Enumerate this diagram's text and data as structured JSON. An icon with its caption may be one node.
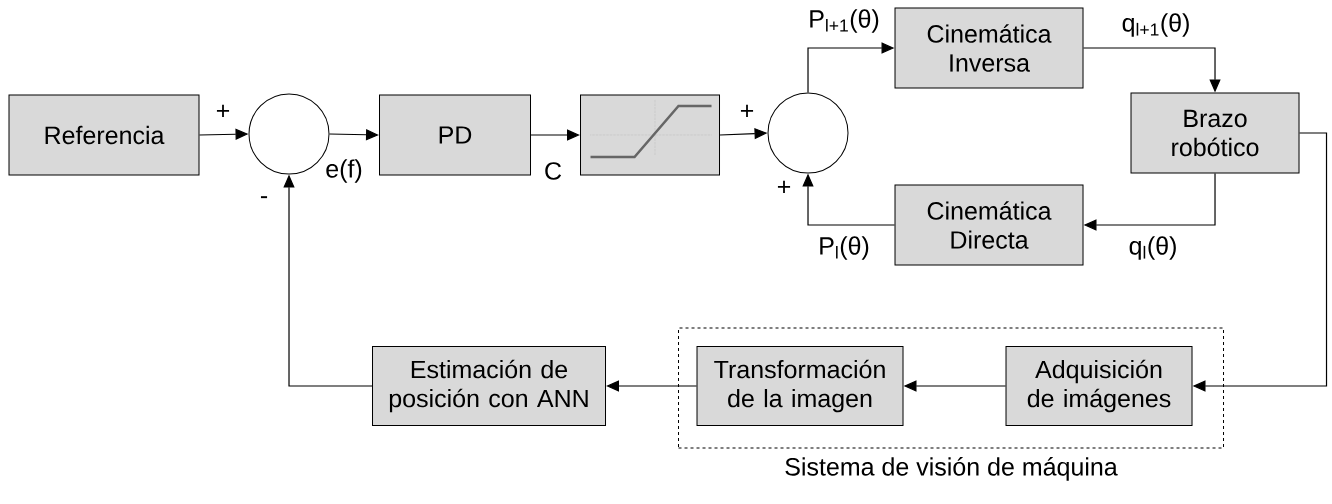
{
  "diagram": {
    "nodes": [
      {
        "text": [
          "Referencia"
        ]
      },
      {
        "text": [],
        "shape": "circle"
      },
      {
        "text": [
          "PD"
        ]
      },
      {
        "text": [],
        "shape": "box"
      },
      {
        "text": [],
        "shape": "circle"
      },
      {
        "text": [
          "Cinemática Inversa"
        ]
      },
      {
        "text": [
          "Brazo robótico"
        ]
      },
      {
        "text": [
          "Cinemática Directa"
        ]
      },
      {
        "text": [
          "Estimación de posición con ANN"
        ]
      },
      {
        "text": [
          "Sistema de visión de máquina"
        ]
      },
      {
        "text": [
          "Transformación de la imagen"
        ],
        "in": 9
      },
      {
        "text": [
          "Adquisición de imágenes"
        ],
        "in": 9
      }
    ],
    "edges": [
      {
        "from": 0,
        "to": 1,
        "arrow": "to"
      },
      {
        "from": 1,
        "to": 2,
        "arrow": "to",
        "label": "e(f)"
      },
      {
        "from": 2,
        "to": 3,
        "arrow": "to",
        "label": "C"
      },
      {
        "from": 3,
        "to": 4,
        "arrow": "to"
      },
      {
        "from": 4,
        "to": 5,
        "arrow": "to",
        "label": "P$_{l+1}$(θ)"
      },
      {
        "from": 5,
        "to": 6,
        "arrow": "to",
        "label": "q$_{l+1}$(θ)"
      },
      {
        "from": 6,
        "to": 7,
        "arrow": "to",
        "label": "q$_{l}$(θ)"
      },
      {
        "from": 7,
        "to": 4,
        "arrow": "to",
        "label": "P$_{l}$(θ)"
      },
      {
        "from": 6,
        "to": 11,
        "arrow": "to"
      },
      {
        "from": 11,
        "to": 10,
        "arrow": "to"
      },
      {
        "from": 10,
        "to": 8,
        "arrow": "to"
      },
      {
        "from": 8,
        "to": 1,
        "arrow": "to"
      }
    ],
    "labels": [
      "+",
      "+",
      "+",
      "-"
    ]
  }
}
